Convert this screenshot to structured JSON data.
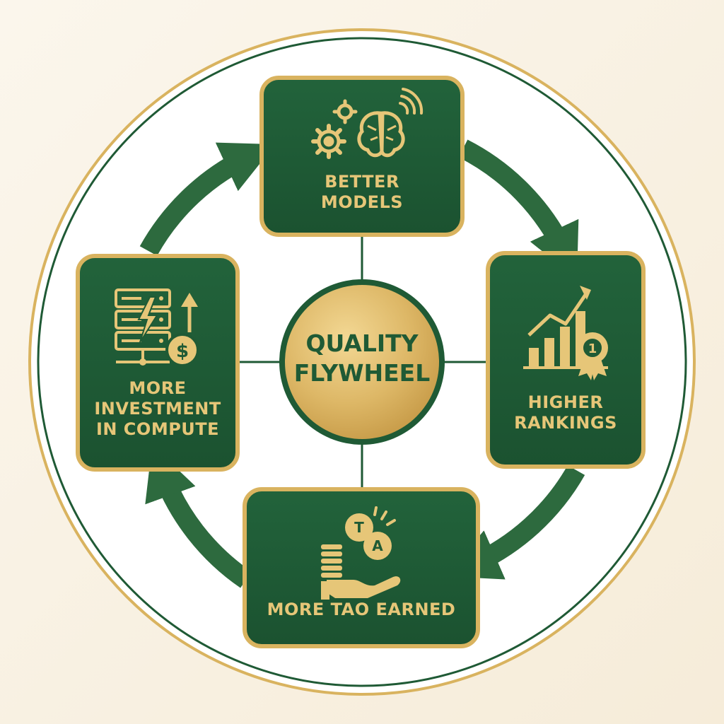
{
  "diagram": {
    "center": {
      "line1": "QUALITY",
      "line2": "FLYWHEEL"
    },
    "steps": [
      {
        "line1": "BETTER",
        "line2": "MODELS",
        "icon": "gears-brain-icon"
      },
      {
        "line1": "HIGHER",
        "line2": "RANKINGS",
        "icon": "bar-chart-medal-icon"
      },
      {
        "line1": "MORE TAO EARNED",
        "icon": "coins-hand-icon"
      },
      {
        "line1": "MORE",
        "line2": "INVESTMENT",
        "line3": "IN COMPUTE",
        "icon": "server-dollar-icon"
      }
    ],
    "coin_letters": [
      "T",
      "A"
    ],
    "medal_number": "1",
    "colors": {
      "dark_green": "#1f5a35",
      "arrow_green": "#2d6a3e",
      "gold": "#d9b35f",
      "light_gold": "#e6c678",
      "cream": "#fbf6ec"
    }
  }
}
